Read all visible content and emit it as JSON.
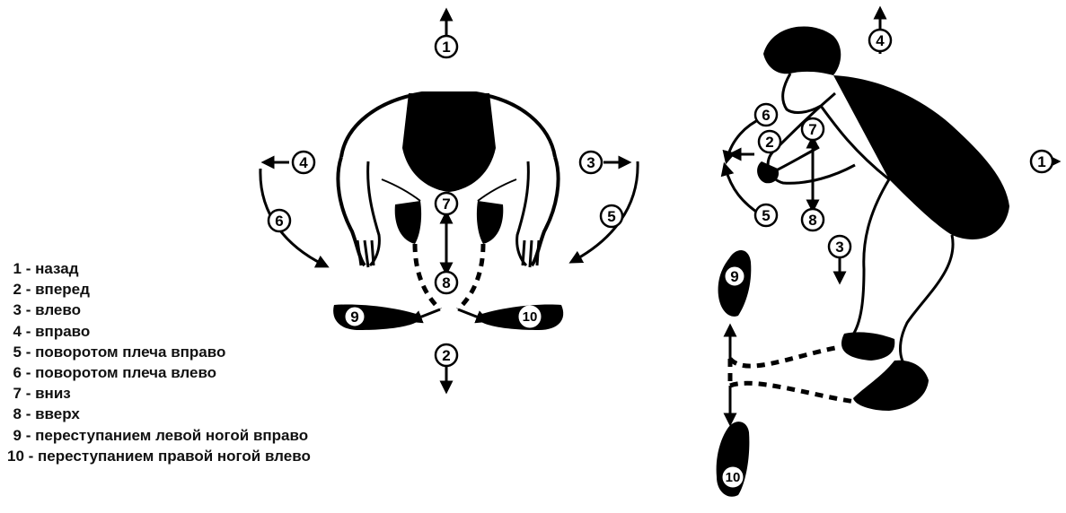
{
  "legend": [
    {
      "num": "1",
      "text": "назад"
    },
    {
      "num": "2",
      "text": "вперед"
    },
    {
      "num": "3",
      "text": "влево"
    },
    {
      "num": "4",
      "text": "вправо"
    },
    {
      "num": "5",
      "text": "поворотом плеча вправо"
    },
    {
      "num": "6",
      "text": "поворотом плеча влево"
    },
    {
      "num": "7",
      "text": "вниз"
    },
    {
      "num": "8",
      "text": "вверх"
    },
    {
      "num": "9",
      "text": "переступанием левой ногой вправо"
    },
    {
      "num": "10",
      "text": "переступанием правой ногой влево"
    }
  ],
  "front_view": {
    "marker_1": "1",
    "marker_2": "2",
    "marker_3": "3",
    "marker_4": "4",
    "marker_5": "5",
    "marker_6": "6",
    "marker_7": "7",
    "marker_8": "8",
    "marker_9": "9",
    "marker_10": "10"
  },
  "side_view": {
    "marker_1": "1",
    "marker_2": "2",
    "marker_3": "3",
    "marker_4": "4",
    "marker_5": "5",
    "marker_6": "6",
    "marker_7": "7",
    "marker_8": "8",
    "marker_9": "9",
    "marker_10": "10"
  },
  "colors": {
    "ink": "#000000",
    "paper": "#ffffff"
  }
}
